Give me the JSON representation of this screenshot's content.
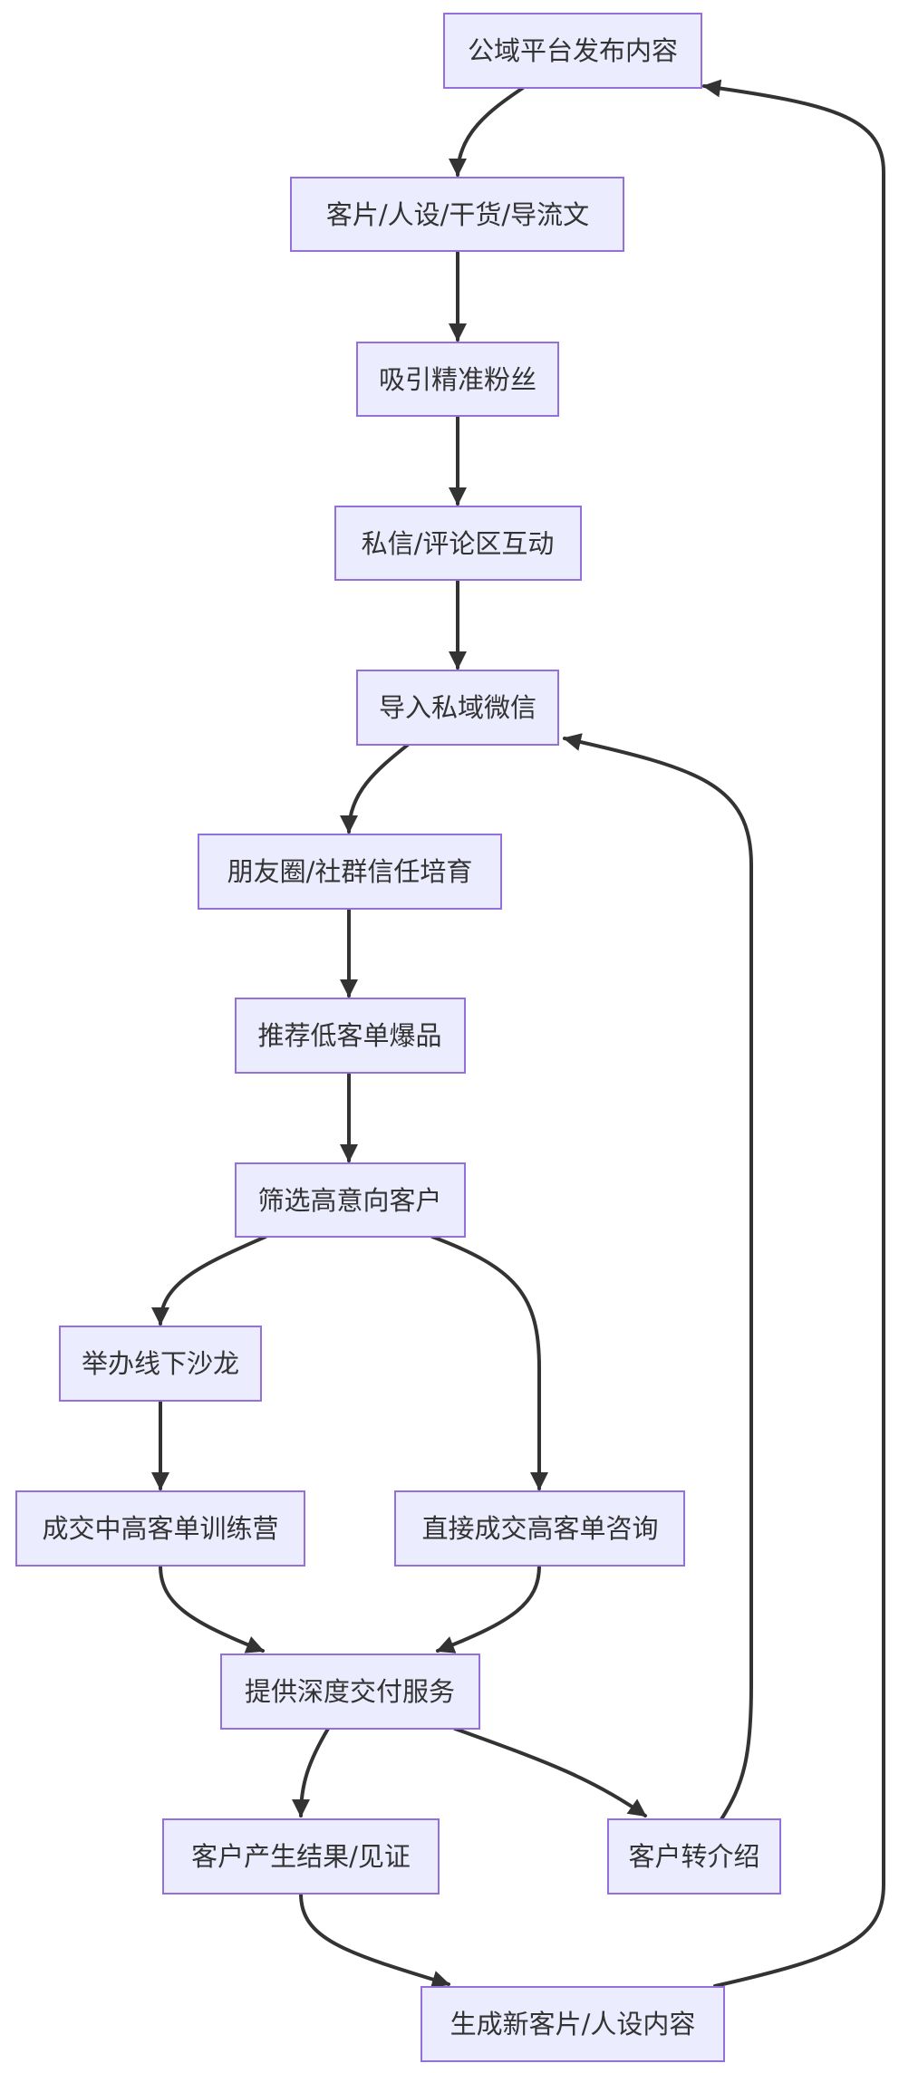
{
  "nodes": {
    "n1": "公域平台发布内容",
    "n2": "客片/人设/干货/导流文",
    "n3": "吸引精准粉丝",
    "n4": "私信/评论区互动",
    "n5": "导入私域微信",
    "n6": "朋友圈/社群信任培育",
    "n7": "推荐低客单爆品",
    "n8": "筛选高意向客户",
    "n9": "举办线下沙龙",
    "n10": "成交中高客单训练营",
    "n11": "直接成交高客单咨询",
    "n12": "提供深度交付服务",
    "n13": "客户产生结果/见证",
    "n14": "客户转介绍",
    "n15": "生成新客片/人设内容"
  },
  "colors": {
    "node_fill": "#ececff",
    "node_stroke": "#9370db",
    "text": "#333333",
    "edge": "#333333"
  }
}
